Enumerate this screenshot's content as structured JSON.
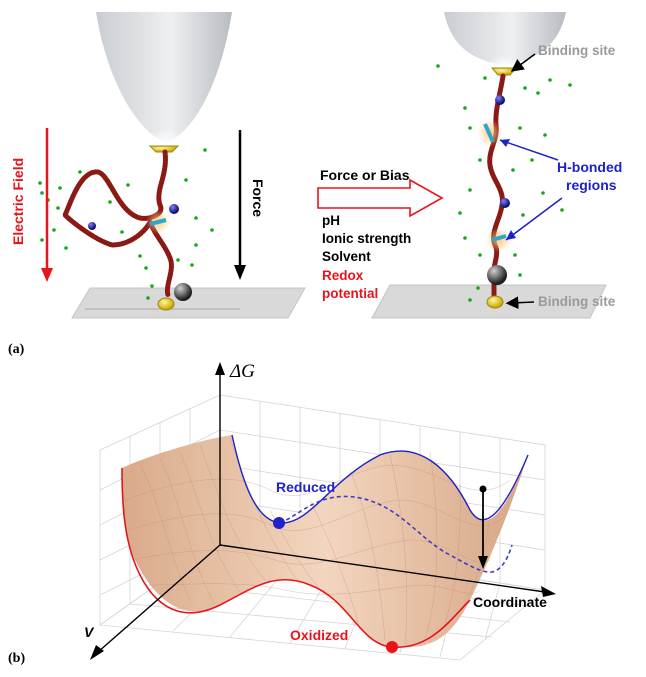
{
  "panel_a": {
    "label": "(a)",
    "electric_field": "Electric Field",
    "force": "Force",
    "arrow_label": "Force or Bias",
    "conditions": [
      "pH",
      "Ionic strength",
      "Solvent"
    ],
    "redox": [
      "Redox",
      "potential"
    ],
    "binding_site_top": "Binding site",
    "binding_site_bottom": "Binding site",
    "hbond": [
      "H-bonded",
      "regions"
    ]
  },
  "panel_b": {
    "label": "(b)",
    "y_axis": "ΔG",
    "x_axis": "Coordinate",
    "z_axis": "V",
    "reduced": "Reduced",
    "oxidized": "Oxidized"
  },
  "colors": {
    "red": "#e8141c",
    "blue": "#1e22c8",
    "gray": "#9a9a9a",
    "molecule": "#8b1a14",
    "surface": "#e9c2a4"
  }
}
